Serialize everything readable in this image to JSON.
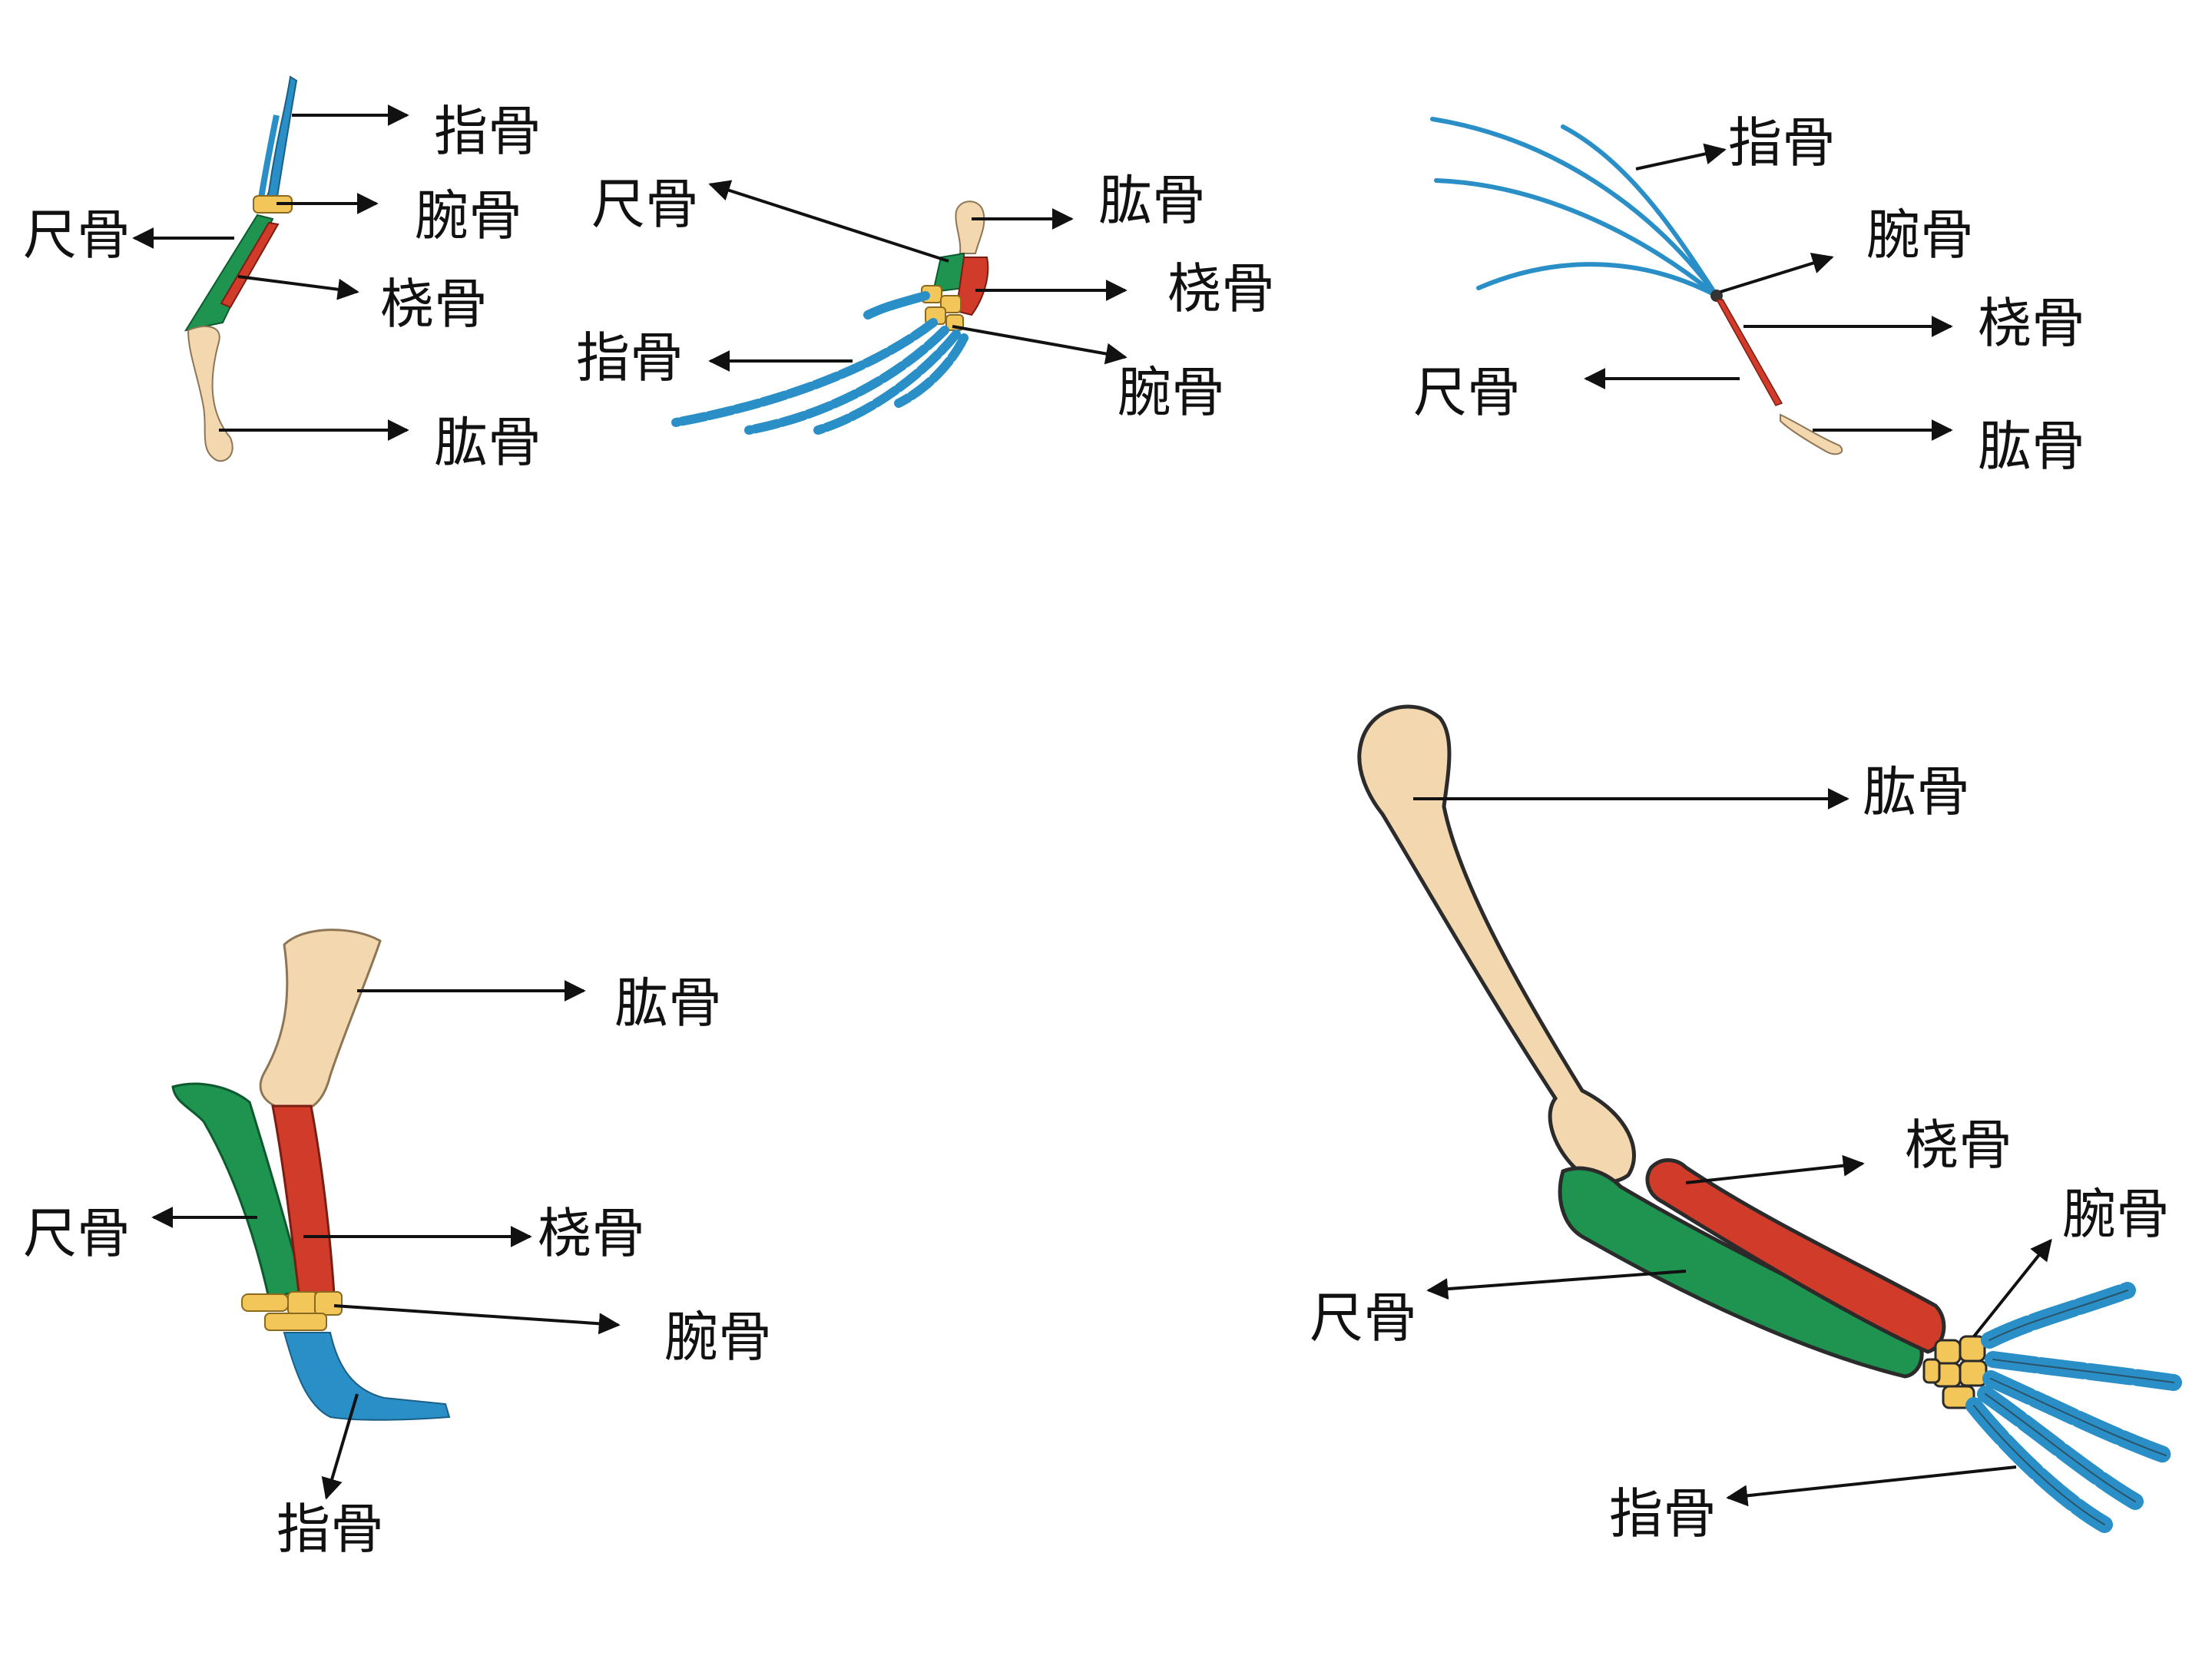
{
  "labels": {
    "phalanges": "指骨",
    "carpals": "腕骨",
    "ulna": "尺骨",
    "radius": "桡骨",
    "humerus": "肱骨"
  },
  "colors": {
    "humerus": "#F3D7AE",
    "ulna": "#1E9450",
    "radius": "#D13B2A",
    "carpals": "#F3C65A",
    "phalanges": "#2A8FC6",
    "outline": "#2b2b2b",
    "text": "#111111"
  }
}
